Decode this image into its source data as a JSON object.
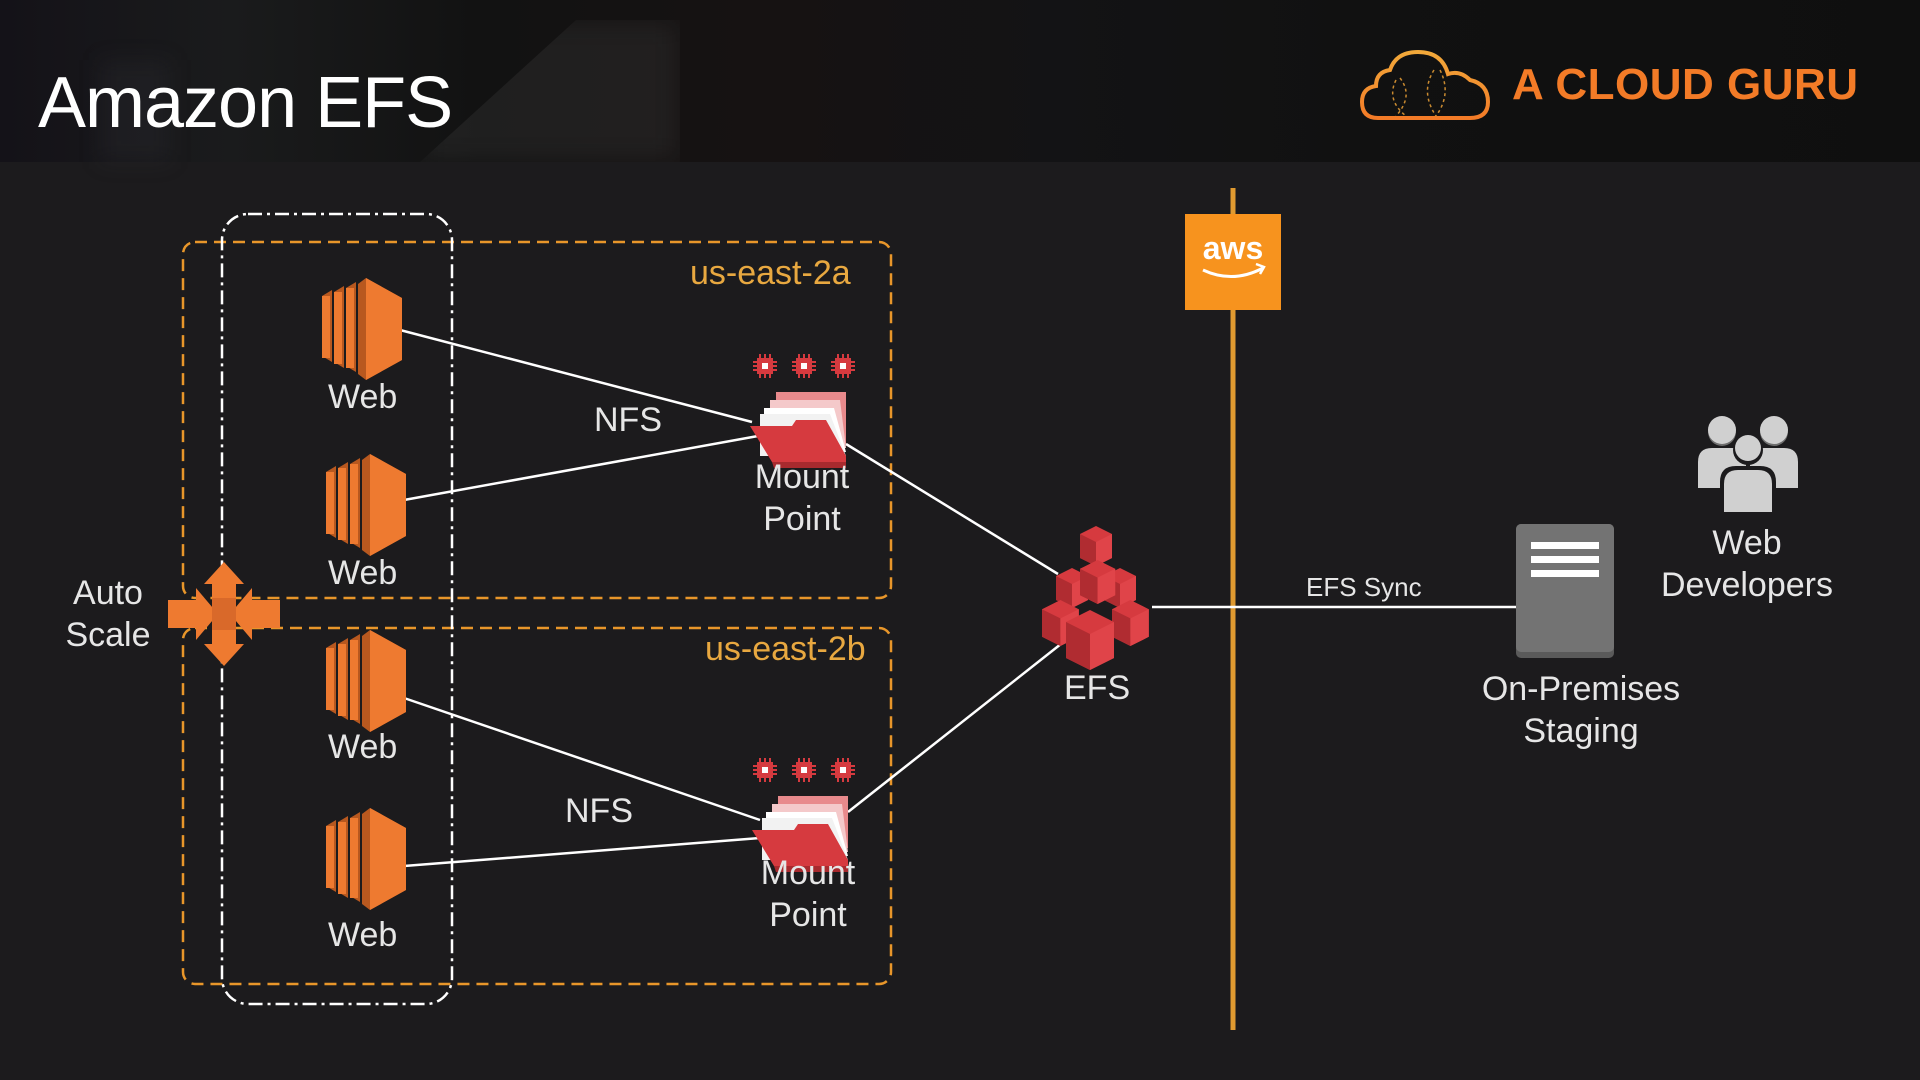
{
  "slide": {
    "title": "Amazon EFS",
    "brand": {
      "name": "A CLOUD GURU",
      "icon": "cloud-icon",
      "color": "#f37b27"
    }
  },
  "colors": {
    "background": "#1c1b1d",
    "availability_zone_border": "#e8962a",
    "ec2_orange": "#ee7a30",
    "efs_red": "#d63a3f",
    "aws_orange": "#f7931e",
    "connector": "#ffffff",
    "server_gray": "#707070"
  },
  "diagram": {
    "auto_scaling": {
      "label_line1": "Auto",
      "label_line2": "Scale",
      "icon": "auto-scaling-arrows-icon"
    },
    "availability_zones": [
      {
        "name": "us-east-2a",
        "instances": [
          {
            "label": "Web",
            "icon": "ec2-instance-icon"
          },
          {
            "label": "Web",
            "icon": "ec2-instance-icon"
          }
        ],
        "protocol_label": "NFS",
        "mount_point": {
          "label_line1": "Mount",
          "label_line2": "Point",
          "icon": "folder-icon",
          "chip_icons": 3
        }
      },
      {
        "name": "us-east-2b",
        "instances": [
          {
            "label": "Web",
            "icon": "ec2-instance-icon"
          },
          {
            "label": "Web",
            "icon": "ec2-instance-icon"
          }
        ],
        "protocol_label": "NFS",
        "mount_point": {
          "label_line1": "Mount",
          "label_line2": "Point",
          "icon": "folder-icon",
          "chip_icons": 3
        }
      }
    ],
    "efs": {
      "label": "EFS",
      "icon": "efs-cubes-icon"
    },
    "aws_boundary": {
      "logo_text": "aws",
      "icon": "aws-logo-icon"
    },
    "sync": {
      "label": "EFS Sync"
    },
    "on_premises": {
      "label_line1": "On-Premises",
      "label_line2": "Staging",
      "icon": "server-icon"
    },
    "developers": {
      "label_line1": "Web",
      "label_line2": "Developers",
      "icon": "users-group-icon"
    }
  }
}
